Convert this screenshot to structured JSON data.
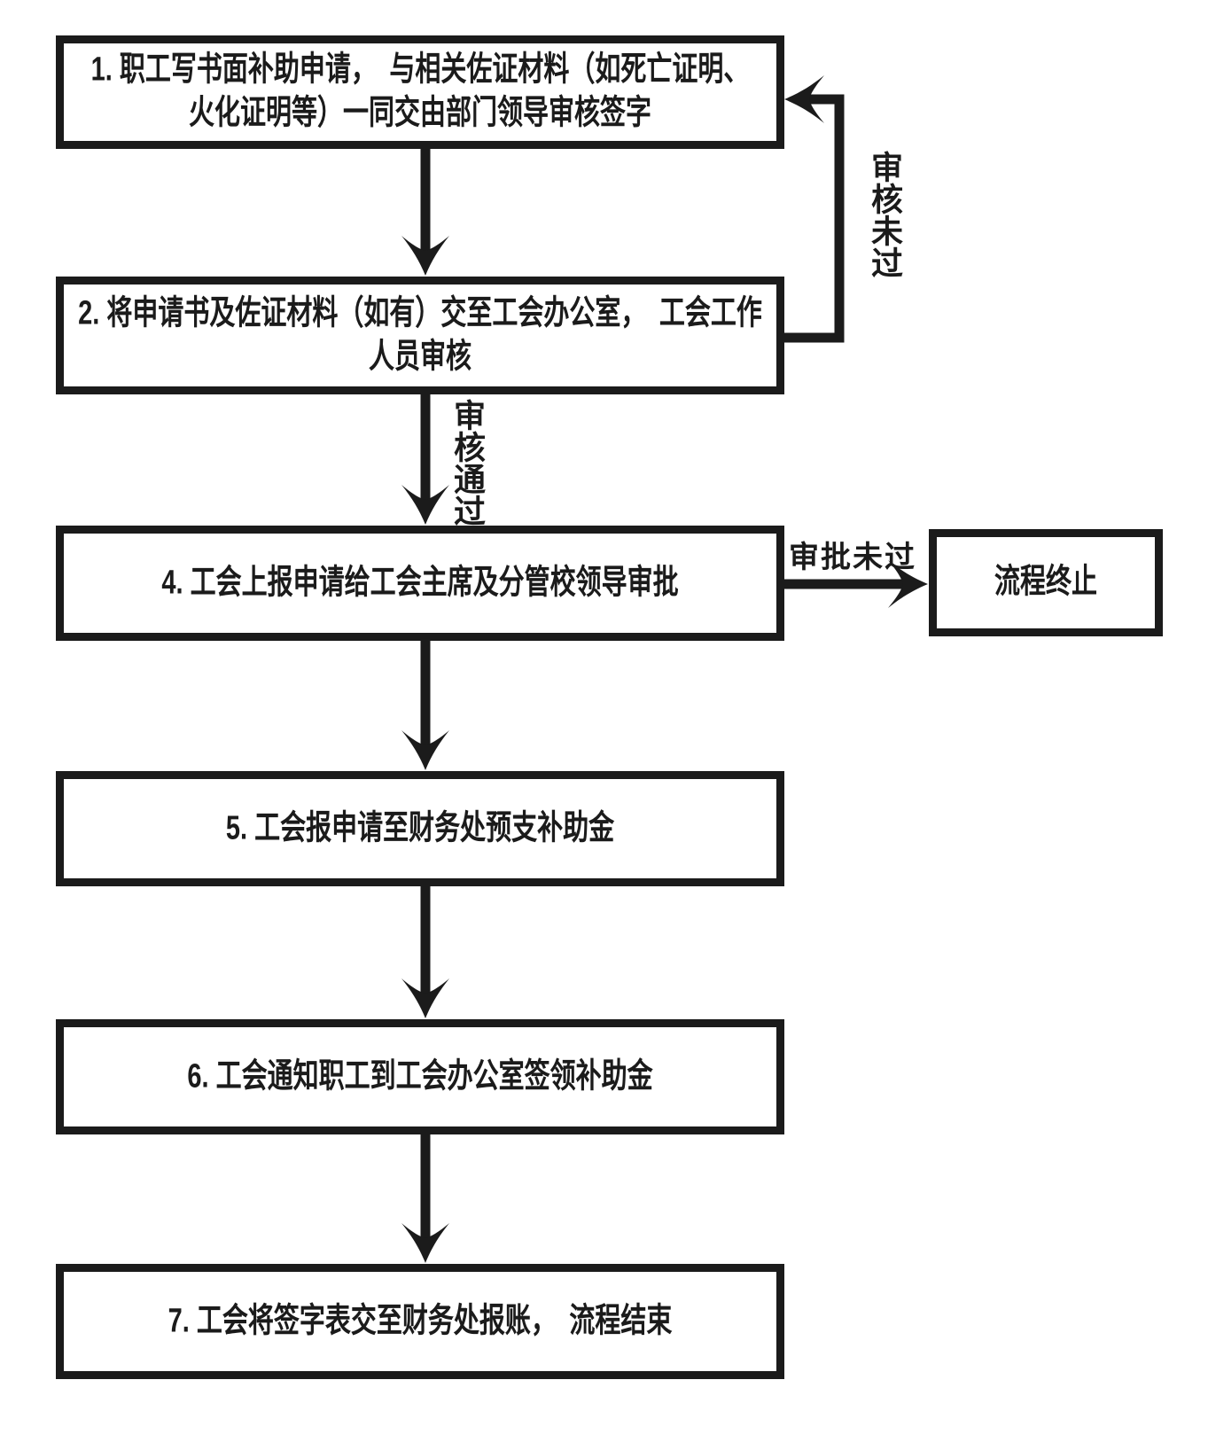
{
  "flowchart": {
    "steps": [
      {
        "lines": [
          "1. 职工写书面补助申请，　与相关佐证材料（如死亡证明、",
          "火化证明等）一同交由部门领导审核签字"
        ]
      },
      {
        "lines": [
          "2. 将申请书及佐证材料（如有）交至工会办公室，　工会工作",
          "人员审核"
        ]
      },
      {
        "lines": [
          "4. 工会上报申请给工会主席及分管校领导审批"
        ]
      },
      {
        "lines": [
          "5. 工会报申请至财务处预支补助金"
        ]
      },
      {
        "lines": [
          "6. 工会通知职工到工会办公室签领补助金"
        ]
      },
      {
        "lines": [
          "7. 工会将签字表交至财务处报账，　流程结束"
        ]
      }
    ],
    "terminate": {
      "label": "流程终止"
    },
    "edge_labels": {
      "review_fail": "审核未过",
      "review_pass": "审核通过",
      "approval_fail": "审批未过"
    },
    "colors": {
      "ink": "#1b1b1b",
      "background": "#ffffff"
    }
  }
}
